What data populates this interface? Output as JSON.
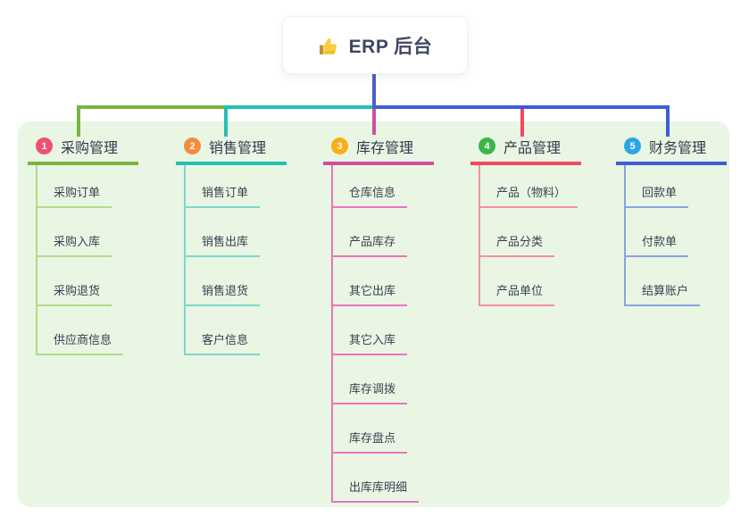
{
  "root": {
    "label": "ERP 后台",
    "icon": "thumbs-up-icon",
    "connector_color": "#4B5FC6",
    "box_background": "#ffffff",
    "text_color": "#3F4662"
  },
  "panel": {
    "background": "#E8F6E3"
  },
  "branches": [
    {
      "badge": "1",
      "label": "采购管理",
      "color": "#7CB342",
      "light_color": "#B2DB8C",
      "badge_color": "#F0506E",
      "children": [
        "采购订单",
        "采购入库",
        "采购退货",
        "供应商信息"
      ]
    },
    {
      "badge": "2",
      "label": "销售管理",
      "color": "#26BFB2",
      "light_color": "#7ED6CD",
      "badge_color": "#F58B3C",
      "children": [
        "销售订单",
        "销售出库",
        "销售退货",
        "客户信息"
      ]
    },
    {
      "badge": "3",
      "label": "库存管理",
      "color": "#CE4F9F",
      "light_color": "#EC73BD",
      "badge_color": "#FBAD14",
      "children": [
        "仓库信息",
        "产品库存",
        "其它出库",
        "其它入库",
        "库存调拨",
        "库存盘点",
        "出库库明细"
      ]
    },
    {
      "badge": "4",
      "label": "产品管理",
      "color": "#F4485B",
      "light_color": "#F7919C",
      "badge_color": "#3DB54A",
      "children": [
        "产品（物料）",
        "产品分类",
        "产品单位"
      ]
    },
    {
      "badge": "5",
      "label": "财务管理",
      "color": "#3D5ED8",
      "light_color": "#8BA2E4",
      "badge_color": "#2BA5E8",
      "children": [
        "回款单",
        "付款单",
        "结算账户"
      ]
    }
  ]
}
